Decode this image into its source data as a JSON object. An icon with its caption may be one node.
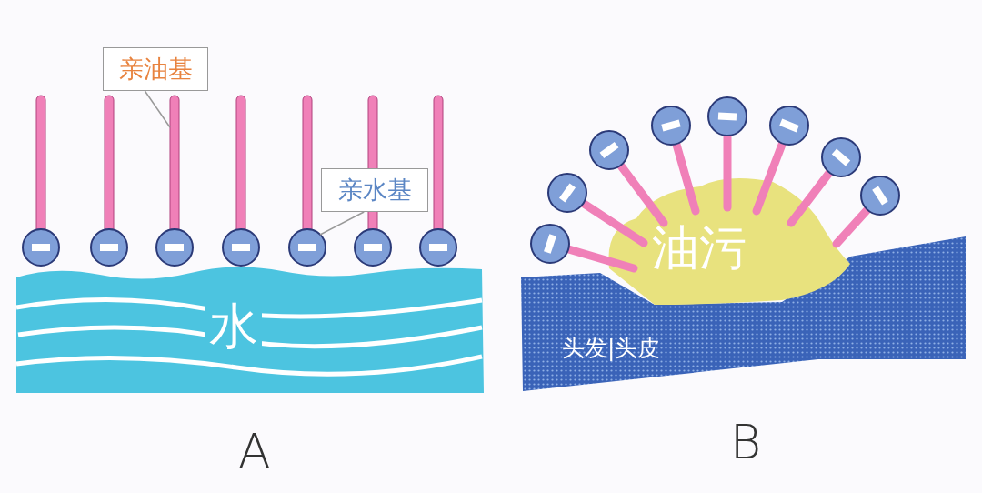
{
  "diagram": {
    "nodes": [
      {
        "text": [
          "亲油基"
        ]
      },
      {
        "text": [
          "亲水基"
        ]
      },
      {
        "text": [
          "水"
        ]
      },
      {
        "text": [
          "油污"
        ]
      },
      {
        "text": [
          "头发|头皮"
        ]
      }
    ],
    "edges": [
      {
        "from": 0,
        "to": null,
        "arrow": "none"
      },
      {
        "from": 1,
        "to": null,
        "arrow": "none"
      }
    ],
    "labels": [
      "A",
      "B"
    ]
  }
}
